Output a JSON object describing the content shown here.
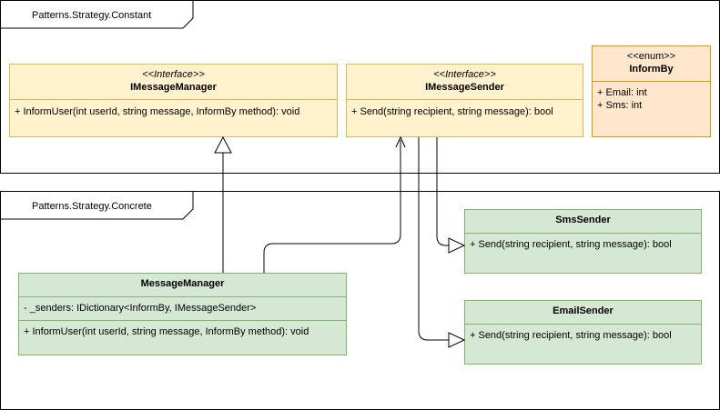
{
  "packages": {
    "constant": {
      "label": "Patterns.Strategy.Constant"
    },
    "concrete": {
      "label": "Patterns.Strategy.Concrete"
    }
  },
  "classes": {
    "imessage_manager": {
      "stereotype": "<<Interface>>",
      "name": "IMessageManager",
      "methods": [
        "+ InformUser(int userId, string message, InformBy method): void"
      ]
    },
    "imessage_sender": {
      "stereotype": "<<Interface>>",
      "name": "IMessageSender",
      "methods": [
        "+ Send(string recipient, string message): bool"
      ]
    },
    "inform_by": {
      "stereotype": "<<enum>>",
      "name": "InformBy",
      "fields": [
        "+ Email: int",
        "+ Sms: int"
      ]
    },
    "sms_sender": {
      "name": "SmsSender",
      "methods": [
        "+ Send(string recipient, string message): bool"
      ]
    },
    "email_sender": {
      "name": "EmailSender",
      "methods": [
        "+ Send(string recipient, string message): bool"
      ]
    },
    "message_manager": {
      "name": "MessageManager",
      "fields": [
        "- _senders: IDictionary<InformBy, IMessageSender>"
      ],
      "methods": [
        "+ InformUser(int userId, string message, InformBy method): void"
      ]
    }
  },
  "colors": {
    "interface_fill": "#fff2cc",
    "interface_stroke": "#d6b656",
    "class_fill": "#d5e8d4",
    "class_stroke": "#82b366",
    "enum_fill": "#ffe6cc",
    "enum_stroke": "#d79b00"
  }
}
